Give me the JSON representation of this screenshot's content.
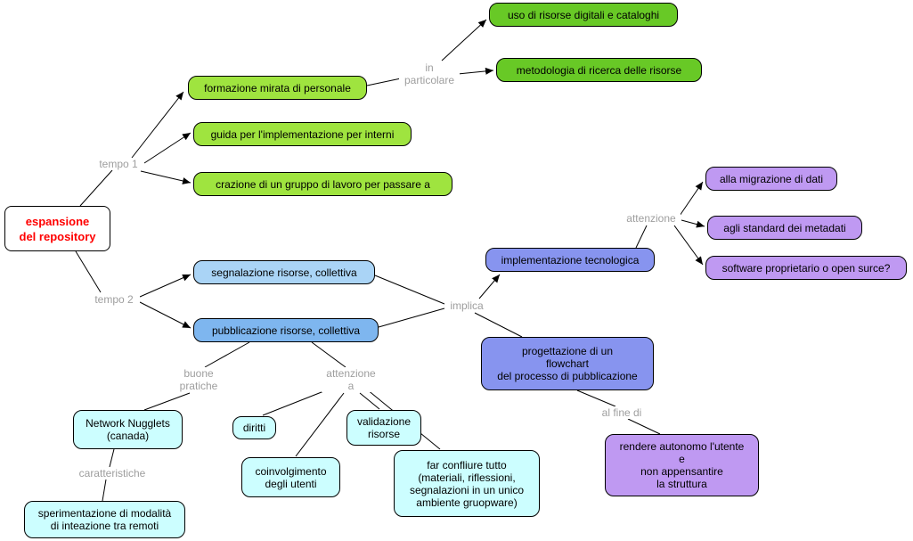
{
  "palette": {
    "background": "#FFFFFF",
    "line": "#000000",
    "node_border": "#000000",
    "node_text": "#000000",
    "root_text": "#FF0000",
    "label_text": "#9E9E9E",
    "green_light": "#9FE43F",
    "green_dark": "#68C926",
    "blue_light": "#AAD4F6",
    "blue_mid": "#7EB6EF",
    "periwinkle": "#8794EF",
    "purple": "#BF99F2",
    "cyan": "#CCFEFF",
    "white": "#FFFFFF"
  },
  "nodes": {
    "espansione": {
      "label": "espansione\ndel repository"
    },
    "formazione": {
      "label": "formazione mirata di personale"
    },
    "guida": {
      "label": "guida per l'implementazione per interni"
    },
    "crazione": {
      "label": "crazione di un gruppo di lavoro per passare a"
    },
    "uso_risorse": {
      "label": "uso di risorse digitali e cataloghi"
    },
    "metodologia": {
      "label": "metodologia di ricerca delle risorse"
    },
    "segnalazione": {
      "label": "segnalazione risorse, collettiva"
    },
    "pubblicazione": {
      "label": "pubblicazione risorse, collettiva"
    },
    "implementazione": {
      "label": "implementazione tecnologica"
    },
    "migrazione": {
      "label": "alla migrazione di dati"
    },
    "standard_metadati": {
      "label": "agli standard dei metadati"
    },
    "software": {
      "label": "software proprietario o open surce?"
    },
    "flowchart": {
      "label": "progettazione di un\nflowchart\ndel processo di pubblicazione"
    },
    "autonomo": {
      "label": "rendere autonomo l'utente\ne\nnon appensantire\nla struttura"
    },
    "nugglets": {
      "label": "Network Nugglets\n(canada)"
    },
    "sperimentazione": {
      "label": "sperimentazione di modalità\ndi inteazione tra remoti"
    },
    "diritti": {
      "label": "diritti"
    },
    "coinvolgimento": {
      "label": "coinvolgimento\ndegli utenti"
    },
    "validazione": {
      "label": "validazione\nrisorse"
    },
    "confluire": {
      "label": "far confliure tutto\n(materiali, riflessioni,\nsegnalazioni in un unico\nambiente gruopware)"
    }
  },
  "linking_phrases": {
    "tempo1": "tempo 1",
    "tempo2": "tempo 2",
    "in_particolare": "in\nparticolare",
    "implica": "implica",
    "attenzione": "attenzione",
    "buone_pratiche": "buone\npratiche",
    "attenzione_a": "attenzione\na",
    "al_fine_di": "al fine di",
    "caratteristiche": "caratteristiche"
  },
  "edges": [
    {
      "from": "espansione",
      "label": "tempo 1",
      "to": "formazione",
      "arrow": true
    },
    {
      "from": "espansione",
      "label": "tempo 1",
      "to": "guida",
      "arrow": true
    },
    {
      "from": "espansione",
      "label": "tempo 1",
      "to": "crazione",
      "arrow": true
    },
    {
      "from": "formazione",
      "label": "in particolare",
      "to": "uso_risorse",
      "arrow": true
    },
    {
      "from": "formazione",
      "label": "in particolare",
      "to": "metodologia",
      "arrow": true
    },
    {
      "from": "espansione",
      "label": "tempo 2",
      "to": "segnalazione",
      "arrow": true
    },
    {
      "from": "espansione",
      "label": "tempo 2",
      "to": "pubblicazione",
      "arrow": true
    },
    {
      "from": "segnalazione",
      "label": "implica",
      "to": "implementazione",
      "arrow": true
    },
    {
      "from": "pubblicazione",
      "label": "implica",
      "to": "implementazione",
      "arrow": true
    },
    {
      "from": "pubblicazione",
      "label": "implica",
      "to": "flowchart",
      "arrow": false
    },
    {
      "from": "implementazione",
      "label": "attenzione",
      "to": "migrazione",
      "arrow": true
    },
    {
      "from": "implementazione",
      "label": "attenzione",
      "to": "standard_metadati",
      "arrow": true
    },
    {
      "from": "implementazione",
      "label": "attenzione",
      "to": "software",
      "arrow": true
    },
    {
      "from": "flowchart",
      "label": "al fine di",
      "to": "autonomo",
      "arrow": false
    },
    {
      "from": "pubblicazione",
      "label": "buone pratiche",
      "to": "nugglets",
      "arrow": false
    },
    {
      "from": "nugglets",
      "label": "caratteristiche",
      "to": "sperimentazione",
      "arrow": false
    },
    {
      "from": "pubblicazione",
      "label": "attenzione a",
      "to": "diritti",
      "arrow": false
    },
    {
      "from": "pubblicazione",
      "label": "attenzione a",
      "to": "coinvolgimento",
      "arrow": false
    },
    {
      "from": "pubblicazione",
      "label": "attenzione a",
      "to": "validazione",
      "arrow": false
    },
    {
      "from": "pubblicazione",
      "label": "attenzione a",
      "to": "confluire",
      "arrow": false
    }
  ]
}
